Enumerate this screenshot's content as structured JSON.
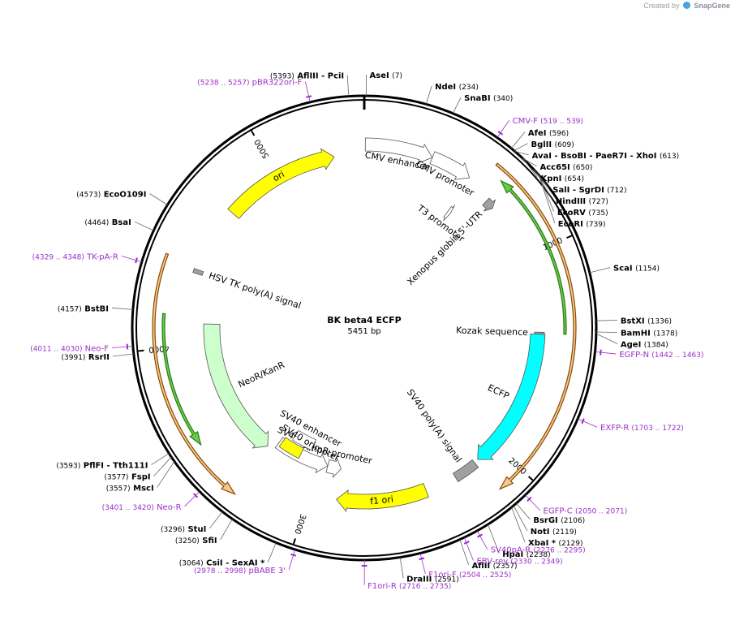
{
  "credit": {
    "prefix": "Created by",
    "brand": "SnapGene"
  },
  "plasmid": {
    "name": "BK beta4 ECFP",
    "length": 5451,
    "length_label": "5451 bp"
  },
  "ticks": [
    {
      "pos": 1000,
      "label": "1000"
    },
    {
      "pos": 2000,
      "label": "2000"
    },
    {
      "pos": 3000,
      "label": "3000"
    },
    {
      "pos": 4000,
      "label": "4000"
    },
    {
      "pos": 5000,
      "label": "5000"
    }
  ],
  "colors": {
    "site_text": "#000000",
    "primer": "#9b2fc9",
    "leader": "#666666",
    "ori": "#ffff00",
    "ecfp": "#00ffff",
    "resistance": "#ccffcc",
    "orf_fill": "#f5c890",
    "orf_line": "#8a4b00",
    "promoter": "#ffffff",
    "polyA": "#a0a0a0",
    "misc_green": "#33aa33"
  },
  "sites": [
    {
      "name": "AseI",
      "position": "(7)",
      "pos": 7,
      "side": "right"
    },
    {
      "name": "AflIII  - PciI",
      "position": "(5393)",
      "pos": 5393,
      "side": "left"
    },
    {
      "name": "NdeI",
      "position": "(234)",
      "pos": 234,
      "side": "right"
    },
    {
      "name": "SnaBI",
      "position": "(340)",
      "pos": 340,
      "side": "right"
    },
    {
      "name": "AfeI",
      "position": "(596)",
      "pos": 596,
      "side": "right"
    },
    {
      "name": "BglII",
      "position": "(609)",
      "pos": 609,
      "side": "right"
    },
    {
      "name": "AvaI  - BsoBI  - PaeR7I  - XhoI",
      "position": "(613)",
      "pos": 613,
      "side": "right"
    },
    {
      "name": "Acc65I",
      "position": "(650)",
      "pos": 650,
      "side": "right"
    },
    {
      "name": "KpnI",
      "position": "(654)",
      "pos": 654,
      "side": "right"
    },
    {
      "name": "SalI  - SgrDI",
      "position": "(712)",
      "pos": 712,
      "side": "right"
    },
    {
      "name": "HindIII",
      "position": "(727)",
      "pos": 727,
      "side": "right"
    },
    {
      "name": "EcoRV",
      "position": "(735)",
      "pos": 735,
      "side": "right"
    },
    {
      "name": "EcoRI",
      "position": "(739)",
      "pos": 739,
      "side": "right"
    },
    {
      "name": "ScaI",
      "position": "(1154)",
      "pos": 1154,
      "side": "right"
    },
    {
      "name": "BstXI",
      "position": "(1336)",
      "pos": 1336,
      "side": "right"
    },
    {
      "name": "BamHI",
      "position": "(1378)",
      "pos": 1378,
      "side": "right"
    },
    {
      "name": "AgeI",
      "position": "(1384)",
      "pos": 1384,
      "side": "right"
    },
    {
      "name": "BsrGI",
      "position": "(2106)",
      "pos": 2106,
      "side": "right"
    },
    {
      "name": "NotI",
      "position": "(2119)",
      "pos": 2119,
      "side": "right"
    },
    {
      "name": "XbaI  *",
      "position": "(2129)",
      "pos": 2129,
      "side": "right"
    },
    {
      "name": "HpaI",
      "position": "(2238)",
      "pos": 2238,
      "side": "right"
    },
    {
      "name": "AflII",
      "position": "(2357)",
      "pos": 2357,
      "side": "right"
    },
    {
      "name": "DraIII",
      "position": "(2591)",
      "pos": 2591,
      "side": "right"
    },
    {
      "name": "CsiI  - SexAI  *",
      "position": "(3064)",
      "pos": 3064,
      "side": "left"
    },
    {
      "name": "SfiI",
      "position": "(3250)",
      "pos": 3250,
      "side": "left"
    },
    {
      "name": "StuI",
      "position": "(3296)",
      "pos": 3296,
      "side": "left"
    },
    {
      "name": "MscI",
      "position": "(3557)",
      "pos": 3557,
      "side": "left"
    },
    {
      "name": "FspI",
      "position": "(3577)",
      "pos": 3577,
      "side": "left"
    },
    {
      "name": "PflFI  - Tth111I",
      "position": "(3593)",
      "pos": 3593,
      "side": "left"
    },
    {
      "name": "RsrII",
      "position": "(3991)",
      "pos": 3991,
      "side": "left"
    },
    {
      "name": "BstBI",
      "position": "(4157)",
      "pos": 4157,
      "side": "left"
    },
    {
      "name": "BsaI",
      "position": "(4464)",
      "pos": 4464,
      "side": "left"
    },
    {
      "name": "EcoO109I",
      "position": "(4573)",
      "pos": 4573,
      "side": "left"
    }
  ],
  "primers": [
    {
      "name": "pBR322ori-F",
      "range": "(5238 .. 5257)",
      "pos": 5247,
      "side": "left"
    },
    {
      "name": "CMV-F",
      "range": "(519 .. 539)",
      "pos": 529,
      "side": "right"
    },
    {
      "name": "EGFP-N",
      "range": "(1442 .. 1463)",
      "pos": 1452,
      "side": "right"
    },
    {
      "name": "EXFP-R",
      "range": "(1703 .. 1722)",
      "pos": 1712,
      "side": "right"
    },
    {
      "name": "EGFP-C",
      "range": "(2050 .. 2071)",
      "pos": 2060,
      "side": "right"
    },
    {
      "name": "SV40pA-R",
      "range": "(2276 .. 2295)",
      "pos": 2285,
      "side": "right"
    },
    {
      "name": "EBV-rev",
      "range": "(2330 .. 2349)",
      "pos": 2339,
      "side": "right"
    },
    {
      "name": "F1ori-F",
      "range": "(2504 .. 2525)",
      "pos": 2514,
      "side": "right"
    },
    {
      "name": "F1ori-R",
      "range": "(2716 .. 2735)",
      "pos": 2725,
      "side": "right"
    },
    {
      "name": "pBABE 3'",
      "range": "(2978 .. 2998)",
      "pos": 2988,
      "side": "left"
    },
    {
      "name": "Neo-R",
      "range": "(3401 .. 3420)",
      "pos": 3410,
      "side": "left"
    },
    {
      "name": "Neo-F",
      "range": "(4011 .. 4030)",
      "pos": 4020,
      "side": "left"
    },
    {
      "name": "TK-pA-R",
      "range": "(4329 .. 4348)",
      "pos": 4338,
      "side": "left"
    }
  ],
  "features": [
    {
      "name": "ori",
      "start": 4710,
      "end": 5300,
      "dir": 1,
      "kind": "ori",
      "label_style": "inside"
    },
    {
      "name": "CMV enhancer",
      "start": 5,
      "end": 330,
      "dir": 1,
      "kind": "promoter",
      "label_style": "curved"
    },
    {
      "name": "CMV promoter",
      "start": 330,
      "end": 530,
      "dir": 1,
      "kind": "promoter",
      "label_style": "curved"
    },
    {
      "name": "T3 promoter",
      "start": 540,
      "end": 560,
      "dir": 1,
      "kind": "promoter",
      "label_style": "curved"
    },
    {
      "name": "Xenopus globin 5'-UTR",
      "start": 665,
      "end": 712,
      "dir": 1,
      "kind": "polyA",
      "label_style": "radial"
    },
    {
      "name": "Kozak sequence",
      "start": 1384,
      "end": 1394,
      "dir": 0,
      "kind": "polyA",
      "label_style": "radial"
    },
    {
      "name": "ECFP",
      "start": 1394,
      "end": 2108,
      "dir": 1,
      "kind": "ecfp",
      "label_style": "radial"
    },
    {
      "name": "SV40 poly(A) signal",
      "start": 2130,
      "end": 2250,
      "dir": 0,
      "kind": "polyA",
      "label_style": "radial"
    },
    {
      "name": "f1 ori",
      "start": 2410,
      "end": 2866,
      "dir": 1,
      "kind": "ori",
      "label_style": "inside"
    },
    {
      "name": "AmpR promoter",
      "start": 2867,
      "end": 2950,
      "dir": -1,
      "kind": "promoter",
      "label_style": "curved"
    },
    {
      "name": "SV40 promoter",
      "start": 2951,
      "end": 3280,
      "dir": -1,
      "kind": "promoter",
      "label_style": "curved"
    },
    {
      "name": "SV40 enhancer",
      "start": 3080,
      "end": 3220,
      "dir": 0,
      "kind": "promoter",
      "label_style": "curved"
    },
    {
      "name": "SV40 ori",
      "start": 3130,
      "end": 3265,
      "dir": 0,
      "kind": "ori",
      "label_style": "curved"
    },
    {
      "name": "NeoR/KanR",
      "start": 3320,
      "end": 4110,
      "dir": -1,
      "kind": "resistance",
      "label_style": "radial"
    },
    {
      "name": "HSV TK poly(A) signal",
      "start": 4360,
      "end": 4380,
      "dir": 0,
      "kind": "polyA",
      "label_style": "radial"
    }
  ],
  "orfs": [
    {
      "start": 590,
      "end": 2118,
      "dir": 1,
      "ring": "outer",
      "color": "orf"
    },
    {
      "start": 3300,
      "end": 4400,
      "dir": -1,
      "ring": "outer",
      "color": "orf"
    },
    {
      "start": 650,
      "end": 1390,
      "dir": -1,
      "ring": "inner",
      "color": "green"
    },
    {
      "start": 3550,
      "end": 4150,
      "dir": -1,
      "ring": "inner",
      "color": "green"
    }
  ]
}
